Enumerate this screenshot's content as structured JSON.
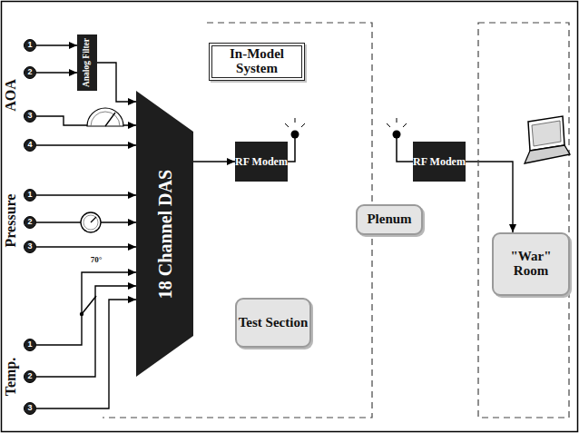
{
  "diagram": {
    "nodes": [
      {
        "text": [
          "In-Model System"
        ]
      },
      {
        "text": [
          "Analog Filter"
        ]
      },
      {
        "text": [
          "18 Channel DAS"
        ]
      },
      {
        "text": [
          "RF Modem"
        ]
      },
      {
        "text": [
          "RF Modem"
        ]
      },
      {
        "text": [
          "Plenum"
        ]
      },
      {
        "text": [
          "Test Section"
        ]
      },
      {
        "text": [
          "\"War\" Room"
        ]
      },
      {
        "text": [
          "1"
        ]
      },
      {
        "text": [
          "2"
        ]
      },
      {
        "text": [
          "3"
        ]
      },
      {
        "text": [
          "4"
        ]
      },
      {
        "text": [
          "1"
        ]
      },
      {
        "text": [
          "2"
        ]
      },
      {
        "text": [
          "3"
        ]
      },
      {
        "text": [
          "1"
        ]
      },
      {
        "text": [
          "2"
        ]
      },
      {
        "text": [
          "3"
        ]
      }
    ],
    "edges": [
      {
        "from": 8,
        "to": 1,
        "arrow": "to"
      },
      {
        "from": 9,
        "to": 1,
        "arrow": "to"
      },
      {
        "from": 1,
        "to": 2,
        "arrow": "to"
      },
      {
        "from": 10,
        "to": 2,
        "arrow": "to"
      },
      {
        "from": 11,
        "to": 2,
        "arrow": "to"
      },
      {
        "from": 12,
        "to": 2,
        "arrow": "to"
      },
      {
        "from": 13,
        "to": 2,
        "arrow": "to"
      },
      {
        "from": 14,
        "to": 2,
        "arrow": "to"
      },
      {
        "from": 15,
        "to": 2,
        "arrow": "to"
      },
      {
        "from": 16,
        "to": 2,
        "arrow": "to"
      },
      {
        "from": 17,
        "to": 2,
        "arrow": "to"
      },
      {
        "from": 2,
        "to": 3,
        "arrow": "to"
      },
      {
        "from": 4,
        "to": 7,
        "arrow": "to"
      }
    ],
    "labels": [
      "AOA",
      "Pressure",
      "Temp.",
      "70°"
    ]
  }
}
